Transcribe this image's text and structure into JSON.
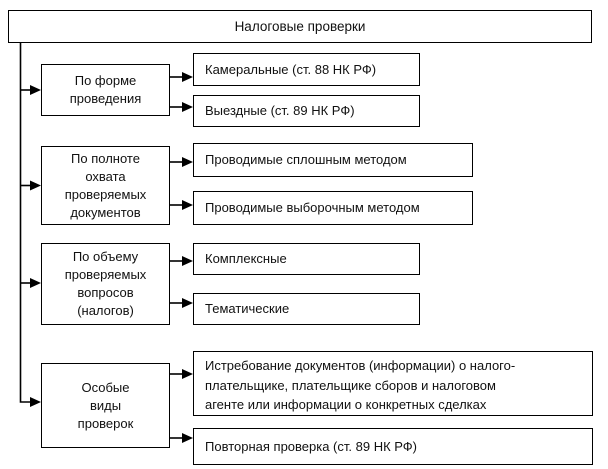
{
  "diagram": {
    "title": "Налоговые проверки",
    "colors": {
      "line": "#000000",
      "background": "#ffffff",
      "text": "#111111"
    },
    "groups": [
      {
        "category": "По форме\nпроведения",
        "items": [
          "Камеральные (ст. 88 НК РФ)",
          "Выездные (ст. 89 НК РФ)"
        ]
      },
      {
        "category": "По полноте\nохвата\nпроверяемых\nдокументов",
        "items": [
          "Проводимые сплошным методом",
          "Проводимые выборочным методом"
        ]
      },
      {
        "category": "По объему\nпроверяемых\nвопросов\n(налогов)",
        "items": [
          "Комплексные",
          "Тематические"
        ]
      },
      {
        "category": "Особые\nвиды\nпроверок",
        "items": [
          "Истребование документов (информации) о налого-\nплательщике, плательщике сборов и налоговом\nагенте или информации о конкретных сделках",
          "Повторная проверка (ст. 89 НК РФ)"
        ]
      }
    ]
  }
}
